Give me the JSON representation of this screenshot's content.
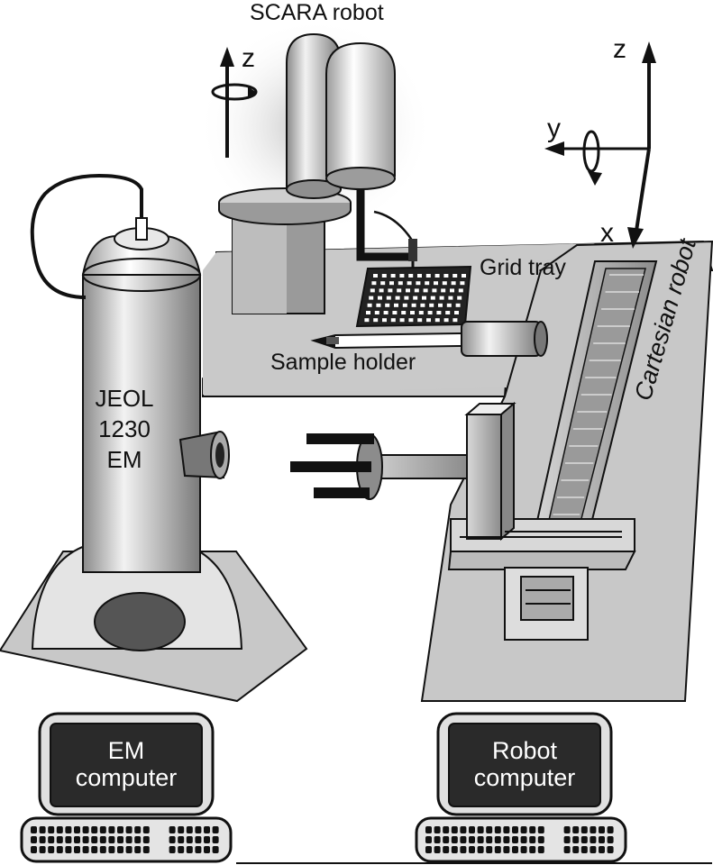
{
  "labels": {
    "scara_robot": "SCARA robot",
    "grid_tray": "Grid tray",
    "sample_holder": "Sample holder",
    "cartesian_robot": "Cartesian robot",
    "em_line1": "JEOL",
    "em_line2": "1230",
    "em_line3": "EM",
    "em_computer_line1": "EM",
    "em_computer_line2": "computer",
    "robot_computer_line1": "Robot",
    "robot_computer_line2": "computer"
  },
  "axes": {
    "left_z": "z",
    "right_z": "z",
    "right_y": "y",
    "right_x": "x"
  },
  "colors": {
    "platform": "#c8c8c8",
    "outline": "#111111",
    "screen": "#2a2a2a"
  }
}
